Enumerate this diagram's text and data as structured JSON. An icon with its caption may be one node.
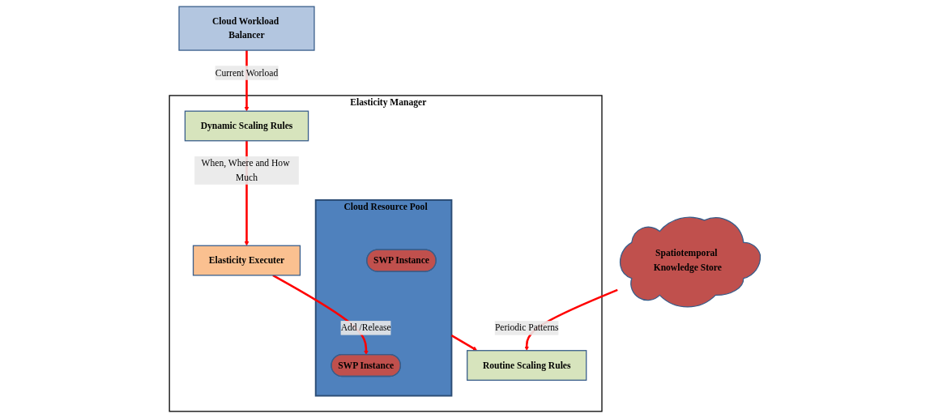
{
  "diagram": {
    "nodes": [
      {
        "text": [
          "Elasticity Manager"
        ]
      },
      {
        "text": [
          "Cloud Workload Balancer"
        ]
      },
      {
        "text": [
          "Spatiotemporal Knowledge Store"
        ]
      },
      {
        "text": [
          "Dynamic Scaling Rules"
        ],
        "in": 0
      },
      {
        "text": [
          "Routine Scaling Rules"
        ],
        "in": 0
      },
      {
        "text": [
          "Elasticity Executer"
        ],
        "in": 0
      },
      {
        "text": [
          "Cloud Resource Pool"
        ],
        "in": 0
      },
      {
        "text": [
          "SWP Instance"
        ],
        "in": 6
      },
      {
        "text": [
          "SWP Instance"
        ],
        "in": 6
      }
    ],
    "edges": [
      {
        "from": 1,
        "to": 3,
        "label": "Current Worload",
        "arrow": "to"
      },
      {
        "from": 2,
        "to": 4,
        "label": "Periodic Patterns",
        "arrow": "to"
      },
      {
        "from": 3,
        "to": 5,
        "label": "When, Where and How Much",
        "arrow": "to"
      },
      {
        "from": 5,
        "to": 8,
        "label": "Add /Release",
        "arrow": "to"
      },
      {
        "from": 6,
        "to": 4,
        "arrow": "to"
      }
    ]
  }
}
